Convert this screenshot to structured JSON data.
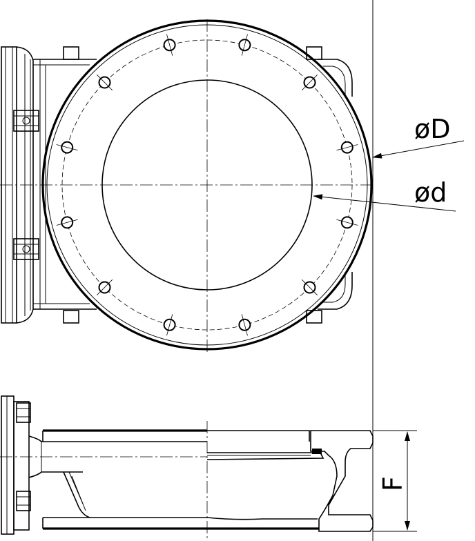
{
  "labels": {
    "outer_diameter": "øD",
    "inner_diameter": "ød",
    "face_to_face": "F"
  },
  "drawing": {
    "line_color": "#000000",
    "background": "#ffffff",
    "bolt_hole_count": 12
  }
}
